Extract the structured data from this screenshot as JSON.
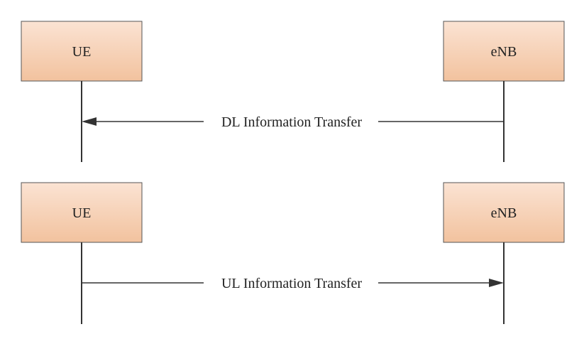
{
  "colors": {
    "box_fill_top": "#FBE3D3",
    "box_fill_bottom": "#F2C29E",
    "box_stroke": "#555555",
    "line": "#333333"
  },
  "scenarios": [
    {
      "left_entity": "UE",
      "right_entity": "eNB",
      "message": "DL Information Transfer",
      "direction": "right-to-left"
    },
    {
      "left_entity": "UE",
      "right_entity": "eNB",
      "message": "UL Information Transfer",
      "direction": "left-to-right"
    }
  ]
}
